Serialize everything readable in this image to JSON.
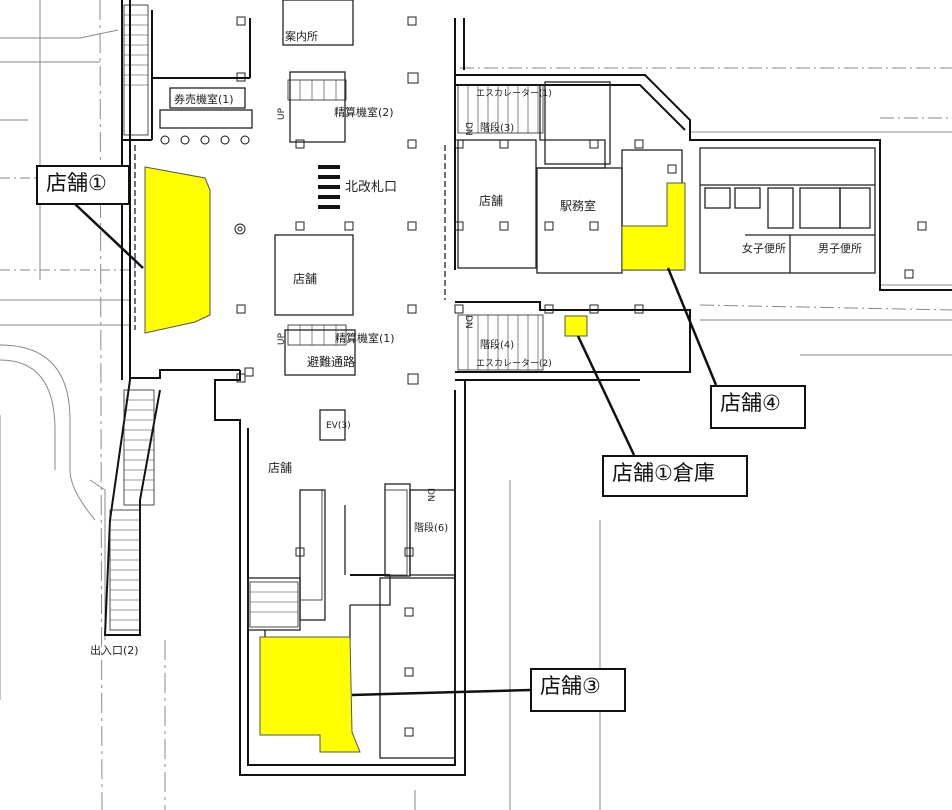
{
  "callouts": {
    "store1": "店舗①",
    "store1_storage": "店舗①倉庫",
    "store3": "店舗③",
    "store4": "店舗④"
  },
  "labels": {
    "north_gate": "北改札口",
    "ticket_machine_room": "券売機室(1)",
    "fare_adjust_room_2": "精算機室(2)",
    "fare_adjust_room_1": "精算機室(1)",
    "information": "案内所",
    "stairs_upper": "階段(3)",
    "stairs_lower": "階段(4)",
    "escalator_upper": "エスカレーター(1)",
    "escalator_lower": "エスカレーター(2)",
    "store_center": "店舗",
    "store_right": "店舗",
    "store_lower": "店舗",
    "station_office": "駅務室",
    "womens_toilet": "女子便所",
    "mens_toilet": "男子便所",
    "evacuation_passage": "避難通路",
    "elevator": "EV(3)",
    "stairs_bottom": "階段(6)",
    "exit_2": "出入口(2)",
    "dn1": "DN",
    "dn2": "DN",
    "dn3": "DN",
    "up1": "UP",
    "up2": "UP"
  },
  "colors": {
    "highlight": "#ffff00",
    "line": "#111111",
    "faint_line": "#9a9a9a"
  }
}
